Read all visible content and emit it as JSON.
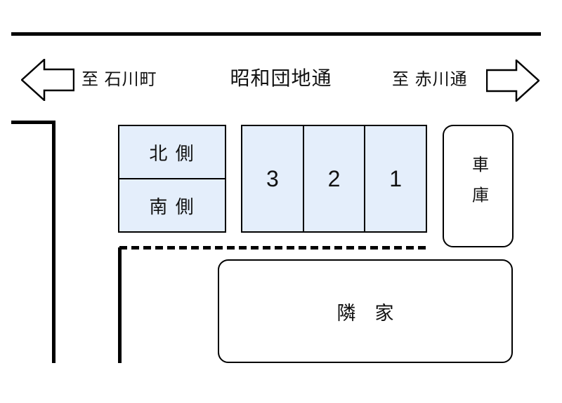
{
  "road": {
    "name": "昭和団地通",
    "left_destination": "至 石川町",
    "right_destination": "至 赤川通",
    "left_arrow_icon": "arrow-left",
    "right_arrow_icon": "arrow-right"
  },
  "parking": {
    "north_label": "北 側",
    "south_label": "南 側",
    "spaces": [
      "3",
      "2",
      "1"
    ]
  },
  "garage": {
    "label": "車庫"
  },
  "neighbor": {
    "label": "隣　家"
  },
  "colors": {
    "line": "#000000",
    "space_fill": "#e4eefb",
    "background": "#ffffff"
  }
}
